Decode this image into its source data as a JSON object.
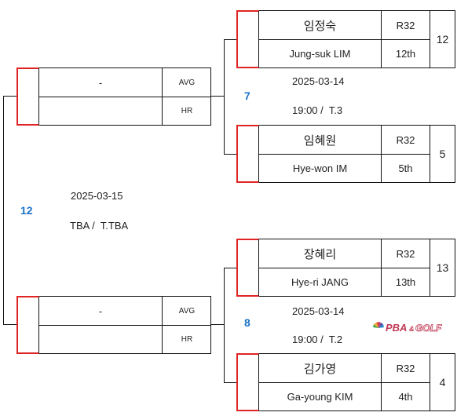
{
  "brand": {
    "accent_color": "#e02424",
    "round_number_color": "#1a73c8",
    "logo_text": "PBA & GOLF"
  },
  "semi_final": {
    "round_number": "12",
    "date": "2025-03-15",
    "time_table": "TBA /  T.TBA"
  },
  "slot_top": {
    "name": "-",
    "stat1": "AVG",
    "stat2": "HR"
  },
  "slot_bottom": {
    "name": "-",
    "stat1": "AVG",
    "stat2": "HR"
  },
  "match_top": {
    "round_number": "7",
    "date": "2025-03-14",
    "time_table": "19:00 /  T.3",
    "player1": {
      "name_ko": "임정숙",
      "name_en": "Jung-suk LIM",
      "round": "R32",
      "rank": "12th",
      "score": "12"
    },
    "player2": {
      "name_ko": "임혜원",
      "name_en": "Hye-won IM",
      "round": "R32",
      "rank": "5th",
      "score": "5"
    }
  },
  "match_bottom": {
    "round_number": "8",
    "date": "2025-03-14",
    "time_table": "19:00 /  T.2",
    "player1": {
      "name_ko": "장혜리",
      "name_en": "Hye-ri JANG",
      "round": "R32",
      "rank": "13th",
      "score": "13"
    },
    "player2": {
      "name_ko": "김가영",
      "name_en": "Ga-young KIM",
      "round": "R32",
      "rank": "4th",
      "score": "4"
    }
  }
}
